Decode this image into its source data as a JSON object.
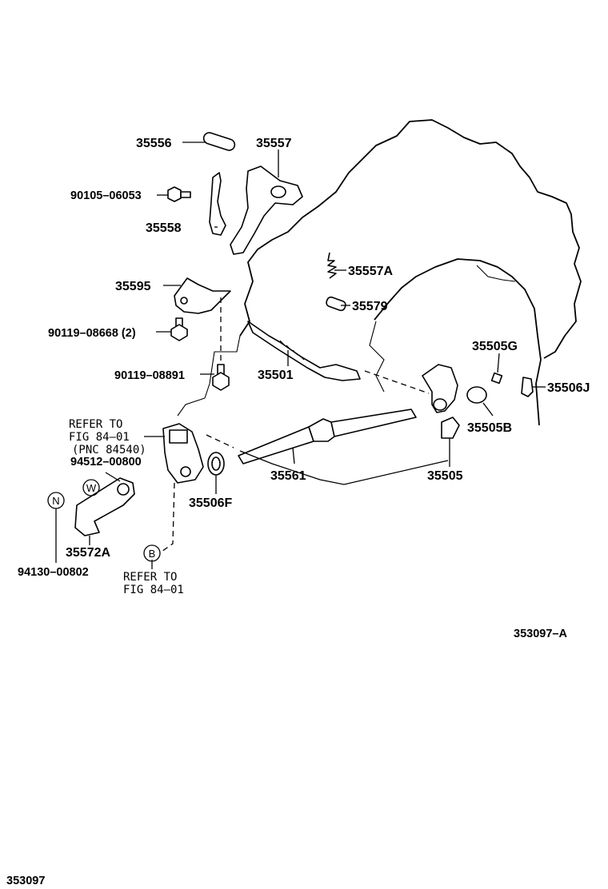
{
  "labels": {
    "p35556": "35556",
    "p35557": "35557",
    "p90105": "90105–06053",
    "p35558": "35558",
    "p35595": "35595",
    "p35557A": "35557A",
    "p35579": "35579",
    "p90119a": "90119–08668 (2)",
    "p90119b": "90119–08891",
    "p35501": "35501",
    "p35505G": "35505G",
    "p35506J": "35506J",
    "p35505B": "35505B",
    "refer1_l1": "REFER TO",
    "refer1_l2": "FIG 84–01",
    "refer1_l3": "(PNC 84540)",
    "p94512": "94512–00800",
    "p35506F": "35506F",
    "p35561": "35561",
    "p35505": "35505",
    "p35572A": "35572A",
    "p94130": "94130–00802",
    "refer2_l1": "REFER TO",
    "refer2_l2": "FIG 84–01",
    "fig_code": "353097–A",
    "page_code": "353097"
  },
  "symbols": {
    "circle_n": "N",
    "circle_w": "W",
    "circle_b": "B"
  }
}
